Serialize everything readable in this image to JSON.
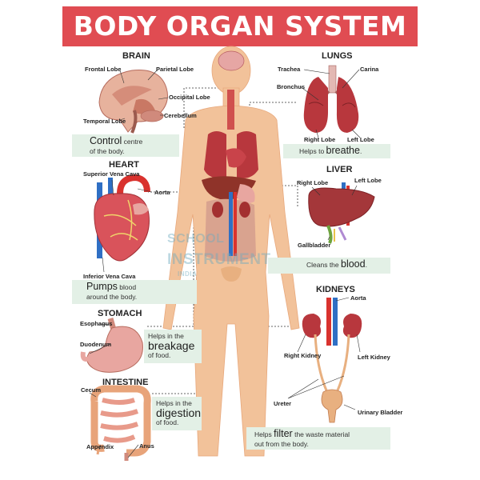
{
  "title": "BODY ORGAN SYSTEM",
  "organs": {
    "brain": {
      "heading": "BRAIN",
      "labels": {
        "frontal": "Frontal Lobe",
        "parietal": "Parietal Lobe",
        "occipital": "Occipital Lobe",
        "cerebellum": "Cerebellum",
        "temporal": "Temporal Lobe"
      },
      "caption": {
        "key": "Control",
        "rest1": " centre",
        "line2": "of the body."
      }
    },
    "lungs": {
      "heading": "LUNGS",
      "labels": {
        "trachea": "Trachea",
        "carina": "Carina",
        "bronchus": "Bronchus",
        "right_lobe": "Right Lobe",
        "left_lobe": "Left Lobe"
      },
      "caption": {
        "pre": "Helps to ",
        "key": "breathe",
        "post": "."
      }
    },
    "heart": {
      "heading": "HEART",
      "labels": {
        "svc1": "Superior",
        "svc2": "Vena Cava",
        "aorta": "Aorta",
        "ivc": "Inferior Vena Cava"
      },
      "caption": {
        "key": "Pumps",
        "rest1": " blood",
        "line2": "around the body."
      }
    },
    "liver": {
      "heading": "LIVER",
      "labels": {
        "right_lobe": "Right Lobe",
        "left_lobe": "Left Lobe",
        "gallbladder": "Gallbladder"
      },
      "caption": {
        "pre": "Cleans the ",
        "key": "blood",
        "post": "."
      }
    },
    "stomach": {
      "heading": "STOMACH",
      "labels": {
        "esophagus": "Esophagus",
        "duodenum": "Duodenum"
      },
      "caption": {
        "line1": "Helps in the",
        "key": "breakage",
        "line3": "of food."
      }
    },
    "kidneys": {
      "heading": "KIDNEYS",
      "labels": {
        "aorta": "Aorta",
        "rk1": "Right",
        "rk2": "Kidney",
        "lk1": "Left",
        "lk2": "Kidney",
        "ureter": "Ureter",
        "ub1": "Urinary",
        "ub2": "Bladder"
      },
      "caption": {
        "pre": "Helps ",
        "key": "filter",
        "rest1": " the waste material",
        "line2": "out from the body."
      }
    },
    "intestine": {
      "heading": "INTESTINE",
      "labels": {
        "cecum": "Cecum",
        "appendix": "Appendix",
        "anus": "Anus"
      },
      "caption": {
        "line1": "Helps in the",
        "key": "digestion",
        "line3": "of food."
      }
    }
  },
  "watermark": {
    "line1": "SCHOOL",
    "line2": "INSTRUMENT",
    "line3": "INDIA"
  },
  "colors": {
    "banner": "#e04c52",
    "caption_bg": "#e3f0e6",
    "skin": "#f2c29a",
    "organ": "#b8373d",
    "vessel_red": "#d9322e",
    "vessel_blue": "#2f6fc4"
  }
}
